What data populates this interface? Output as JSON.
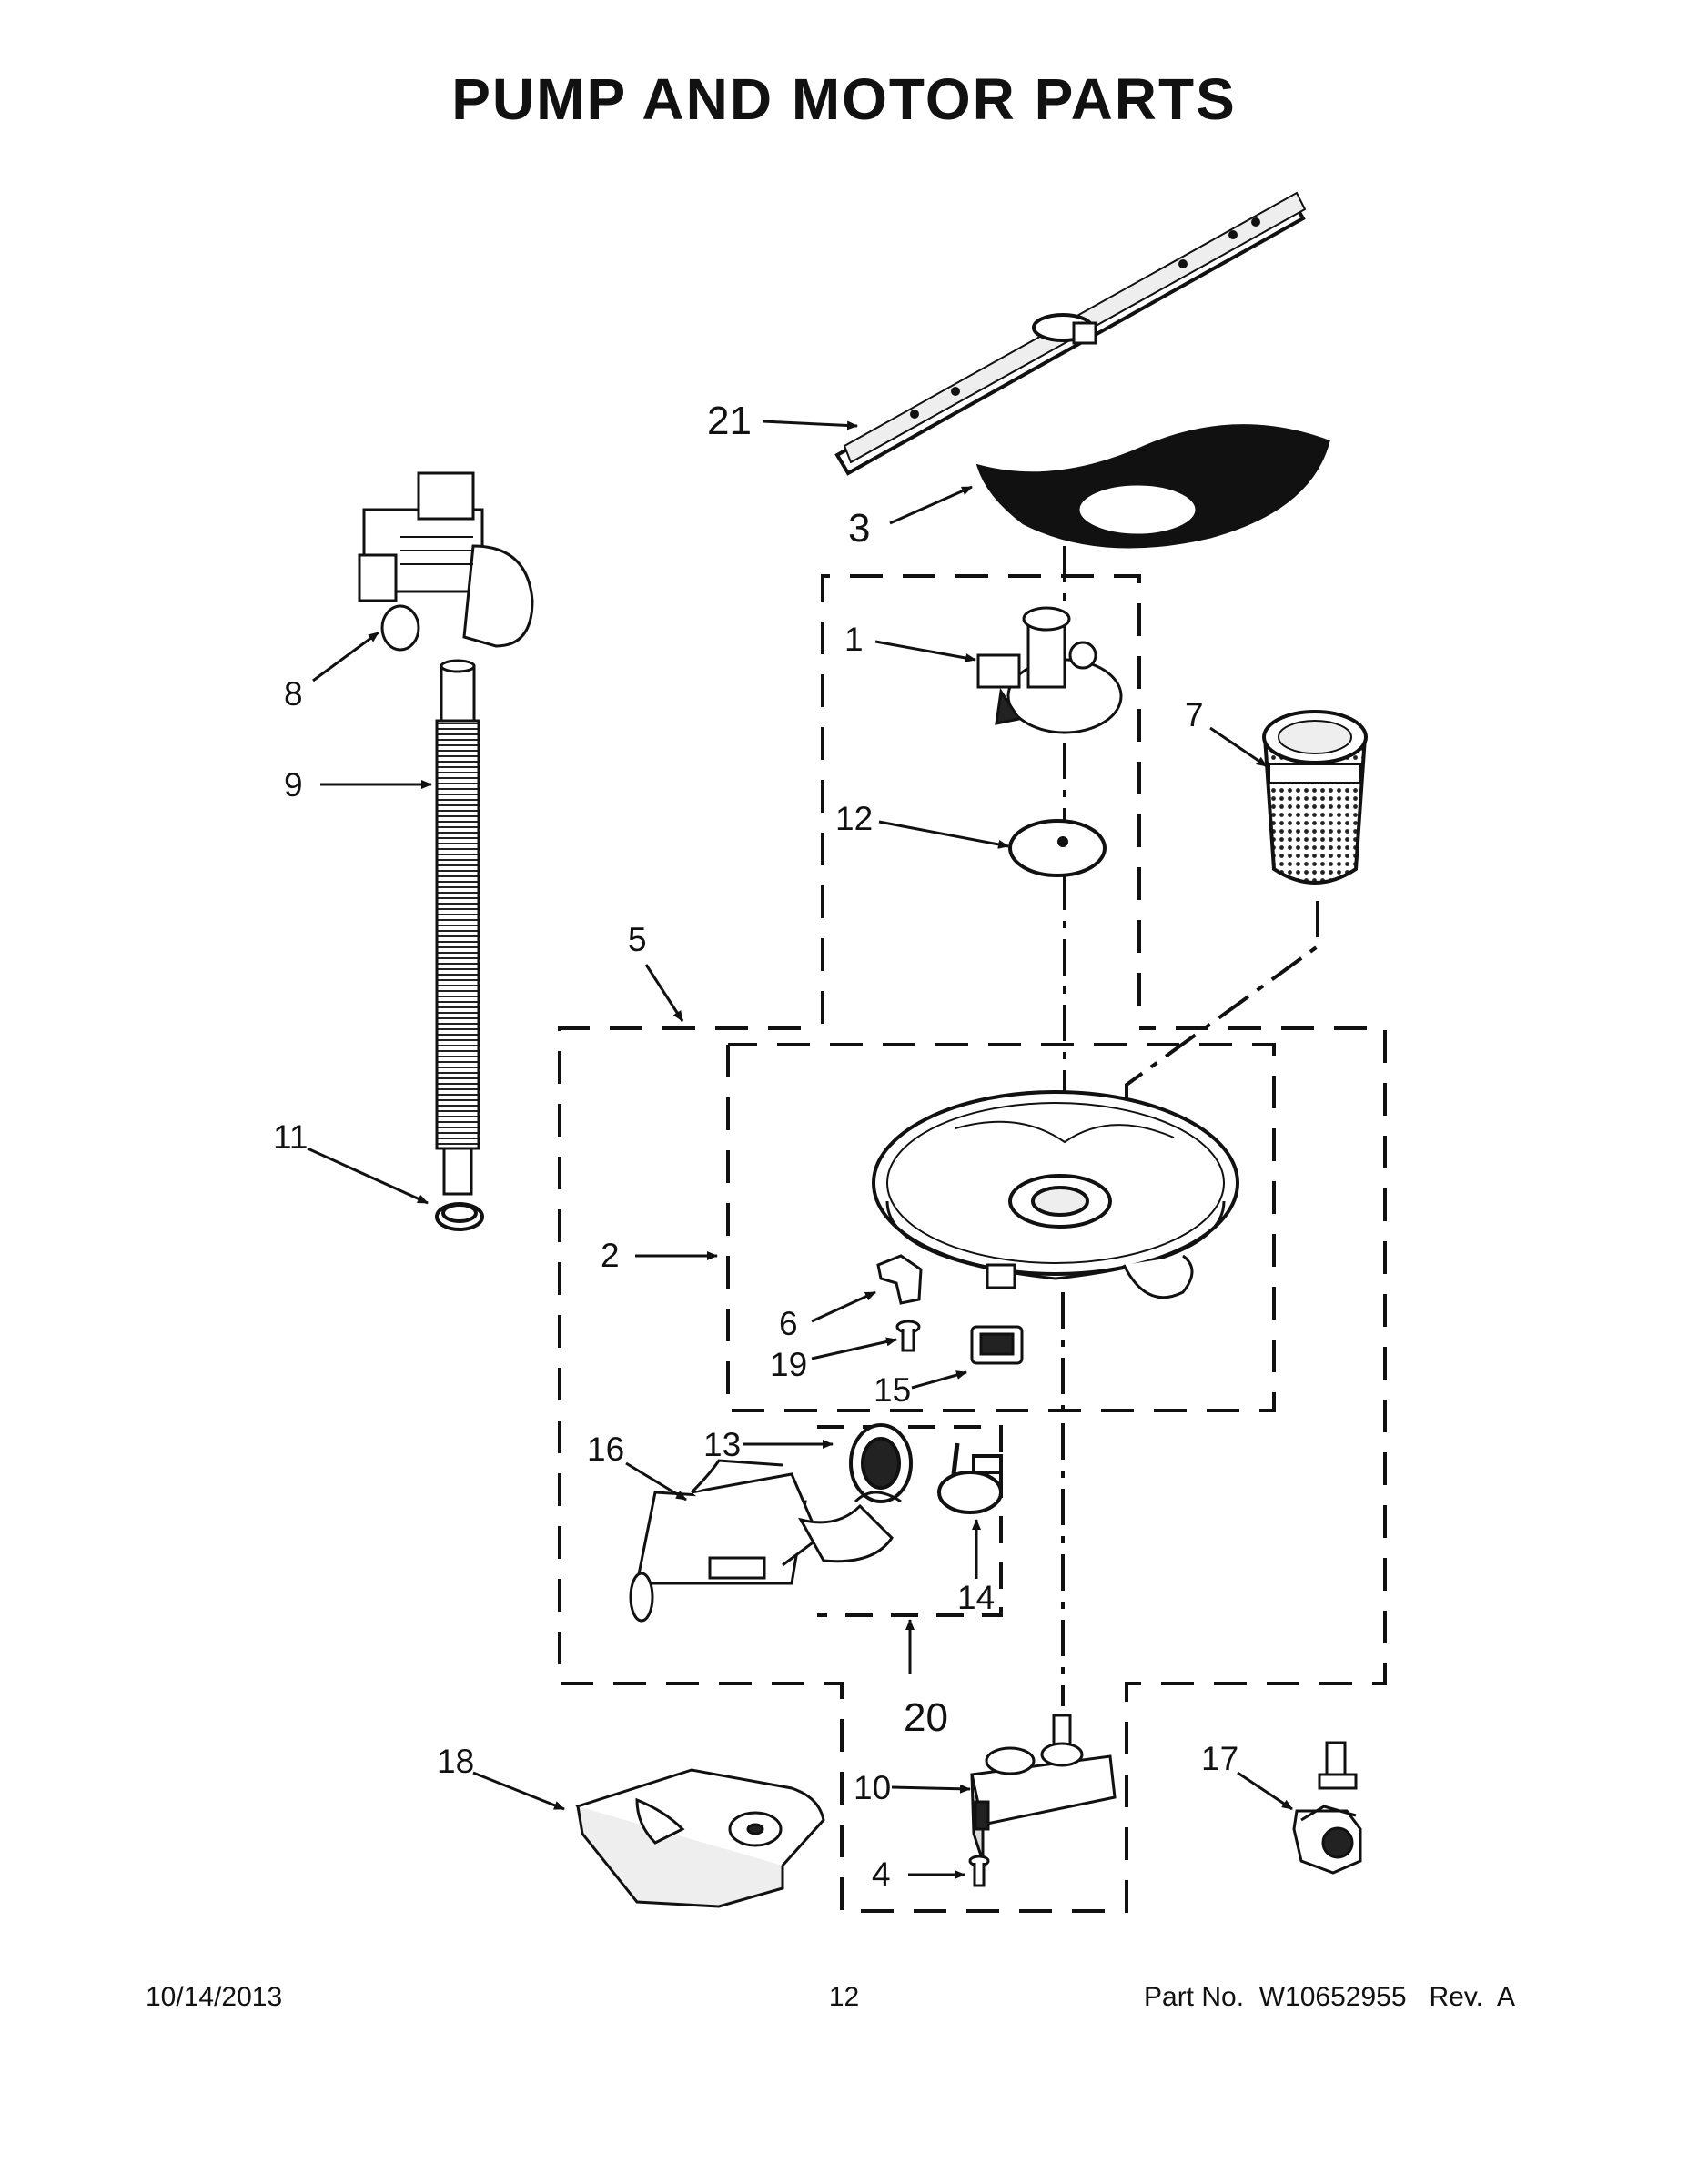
{
  "title": "PUMP AND MOTOR PARTS",
  "callouts": {
    "c1": "1",
    "c2": "2",
    "c3": "3",
    "c4": "4",
    "c5": "5",
    "c6": "6",
    "c7": "7",
    "c8": "8",
    "c9": "9",
    "c10": "10",
    "c11": "11",
    "c12": "12",
    "c13": "13",
    "c14": "14",
    "c15": "15",
    "c16": "16",
    "c17": "17",
    "c18": "18",
    "c19": "19",
    "c20": "20",
    "c21": "21"
  },
  "footer": {
    "date": "10/14/2013",
    "page": "12",
    "part": "Part No.  W10652955   Rev.  A"
  }
}
